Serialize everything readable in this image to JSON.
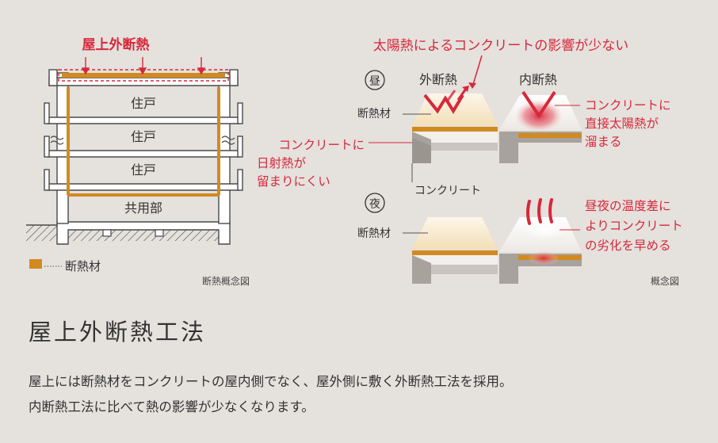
{
  "left_diagram": {
    "roof_label": "屋上外断熱",
    "units": [
      "住戸",
      "住戸",
      "住戸"
    ],
    "common_area": "共用部",
    "legend_label": "断熱材",
    "caption": "断熱概念図"
  },
  "right_diagram": {
    "headline": "太陽熱によるコンクリートの影響が少ない",
    "day_symbol": "昼",
    "night_symbol": "夜",
    "external_label": "外断熱",
    "internal_label": "内断熱",
    "insulation_label": "断熱材",
    "concrete_label": "コンクリート",
    "note_external": [
      "コンクリートに",
      "日射熱が",
      "留まりにくい"
    ],
    "note_internal_day": [
      "コンクリートに",
      "直接太陽熱が",
      "溜まる"
    ],
    "note_internal_night": [
      "昼夜の温度差に",
      "よりコンクリート",
      "の劣化を早める"
    ],
    "caption": "概念図"
  },
  "section": {
    "title": "屋上外断熱工法",
    "description_lines": [
      "屋上には断熱材をコンクリートの屋内側でなく、屋外側に敷く外断熱工法を採用。",
      "内断熱工法に比べて熱の影響が少なくなります。"
    ]
  },
  "colors": {
    "accent_red": "#d7283b",
    "insulation": "#d28a1f",
    "background": "#e5e1dd",
    "concrete": "#a8a29d"
  }
}
